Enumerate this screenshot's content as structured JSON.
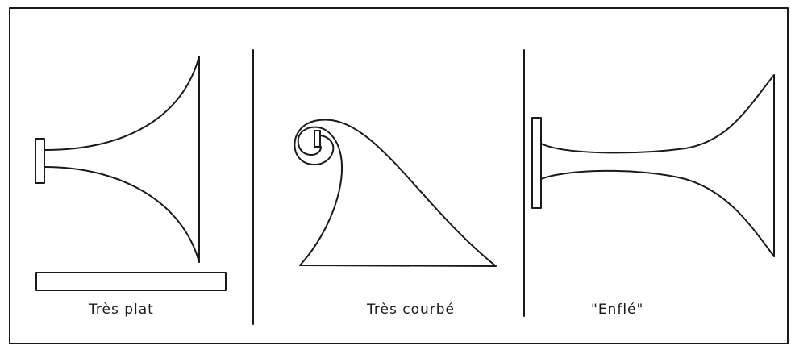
{
  "panels": [
    {
      "caption": "Très plat"
    },
    {
      "caption": "Très courbé"
    },
    {
      "caption": "\"Enflé\""
    }
  ],
  "colors": {
    "ink": "#1a1a1a",
    "background": "#ffffff"
  }
}
